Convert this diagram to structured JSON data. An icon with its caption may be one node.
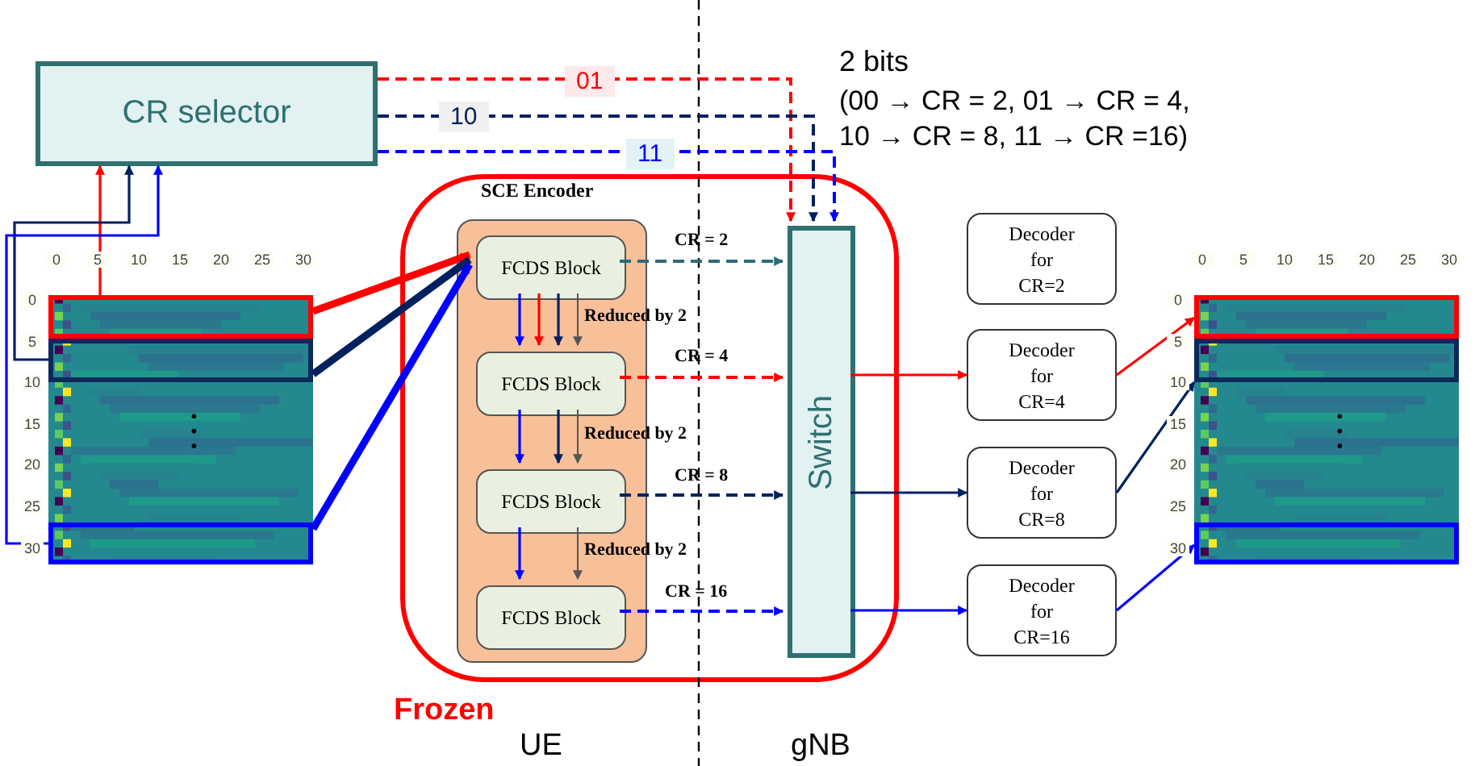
{
  "diagram": {
    "nodes": [
      {
        "text": [
          "CR selector"
        ]
      },
      {
        "text": [],
        "shape": "picture"
      },
      {
        "text": [],
        "shape": "box",
        "in": 1
      },
      {
        "text": [],
        "shape": "box",
        "in": 1
      },
      {
        "text": [],
        "shape": "box",
        "in": 1
      },
      {
        "text": [
          "Frozen"
        ]
      },
      {
        "text": [
          "SCE Encoder"
        ],
        "in": 5
      },
      {
        "text": [
          "FCDS Block"
        ],
        "in": 6
      },
      {
        "text": [
          "FCDS Block"
        ],
        "in": 6
      },
      {
        "text": [
          "FCDS Block"
        ],
        "in": 6
      },
      {
        "text": [
          "FCDS Block"
        ],
        "in": 6
      },
      {
        "text": [
          "Switch"
        ],
        "in": 5
      },
      {
        "text": [
          "Decoder for CR=2"
        ]
      },
      {
        "text": [
          "Decoder for CR=4"
        ]
      },
      {
        "text": [
          "Decoder for CR=8"
        ]
      },
      {
        "text": [
          "Decoder for CR=16"
        ]
      },
      {
        "text": [],
        "shape": "picture"
      },
      {
        "text": [],
        "shape": "box",
        "in": 16
      },
      {
        "text": [],
        "shape": "box",
        "in": 16
      },
      {
        "text": [],
        "shape": "box",
        "in": 16
      }
    ],
    "edges": [
      {
        "from": 2,
        "to": 0,
        "arrow": "to",
        "color": "#ff0000"
      },
      {
        "from": 3,
        "to": 0,
        "arrow": "to",
        "color": "#002060"
      },
      {
        "from": 4,
        "to": 0,
        "arrow": "to"
      },
      {
        "from": 2,
        "to": 7,
        "arrow": "to",
        "color": "#ff0000",
        "style": "thick"
      },
      {
        "from": 3,
        "to": 7,
        "arrow": "to",
        "color": "#002060",
        "style": "thick"
      },
      {
        "from": 4,
        "to": 7,
        "arrow": "to",
        "style": "thick"
      },
      {
        "from": 0,
        "to": 11,
        "arrow": "to",
        "label": "01",
        "color": "#ff0000",
        "style": "dashed"
      },
      {
        "from": 0,
        "to": 11,
        "arrow": "to",
        "label": "10",
        "color": "#002060",
        "style": "dashed"
      },
      {
        "from": 0,
        "to": 11,
        "arrow": "to",
        "label": "11",
        "style": "dashed"
      },
      {
        "from": 7,
        "to": 8,
        "arrow": "to",
        "label": "Reduced by 2",
        "color": "#555555"
      },
      {
        "from": 7,
        "to": 8,
        "arrow": "to"
      },
      {
        "from": 7,
        "to": 8,
        "arrow": "to",
        "color": "#ff0000"
      },
      {
        "from": 7,
        "to": 8,
        "arrow": "to",
        "color": "#002060"
      },
      {
        "from": 8,
        "to": 9,
        "arrow": "to",
        "label": "Reduced by 2",
        "color": "#555555"
      },
      {
        "from": 8,
        "to": 9,
        "arrow": "to"
      },
      {
        "from": 8,
        "to": 9,
        "arrow": "to",
        "color": "#002060"
      },
      {
        "from": 9,
        "to": 10,
        "arrow": "to",
        "label": "Reduced by 2",
        "color": "#555555"
      },
      {
        "from": 9,
        "to": 10,
        "arrow": "to"
      },
      {
        "from": 7,
        "to": 11,
        "arrow": "to",
        "label": "CR = 2",
        "color": "#2e6b7a",
        "style": "dashed"
      },
      {
        "from": 8,
        "to": 11,
        "arrow": "to",
        "label": "CR = 4",
        "color": "#ff0000",
        "style": "dashed"
      },
      {
        "from": 9,
        "to": 11,
        "arrow": "to",
        "label": "CR = 8",
        "color": "#002060",
        "style": "dashed"
      },
      {
        "from": 10,
        "to": 11,
        "arrow": "to",
        "label": "CR = 16",
        "style": "dashed"
      },
      {
        "from": 11,
        "to": 13,
        "arrow": "to",
        "color": "#ff0000"
      },
      {
        "from": 11,
        "to": 14,
        "arrow": "to",
        "color": "#002060"
      },
      {
        "from": 11,
        "to": 15,
        "arrow": "to"
      },
      {
        "from": 13,
        "to": 17,
        "arrow": "to",
        "color": "#ff0000"
      },
      {
        "from": 14,
        "to": 18,
        "arrow": "to",
        "color": "#002060"
      },
      {
        "from": 15,
        "to": 19,
        "arrow": "to"
      }
    ],
    "labels": [
      "2 bits",
      "(00 → CR = 2, 01 → CR = 4, 10 → CR = 8, 11 → CR =16)",
      "0",
      "5",
      "10",
      "15",
      "20",
      "25",
      "30",
      "0",
      "5",
      "10",
      "15",
      "20",
      "25",
      "30",
      "0",
      "5",
      "10",
      "15",
      "20",
      "25",
      "30",
      "0",
      "5",
      "10",
      "15",
      "20",
      "25",
      "30",
      "UE",
      "gNB"
    ]
  }
}
